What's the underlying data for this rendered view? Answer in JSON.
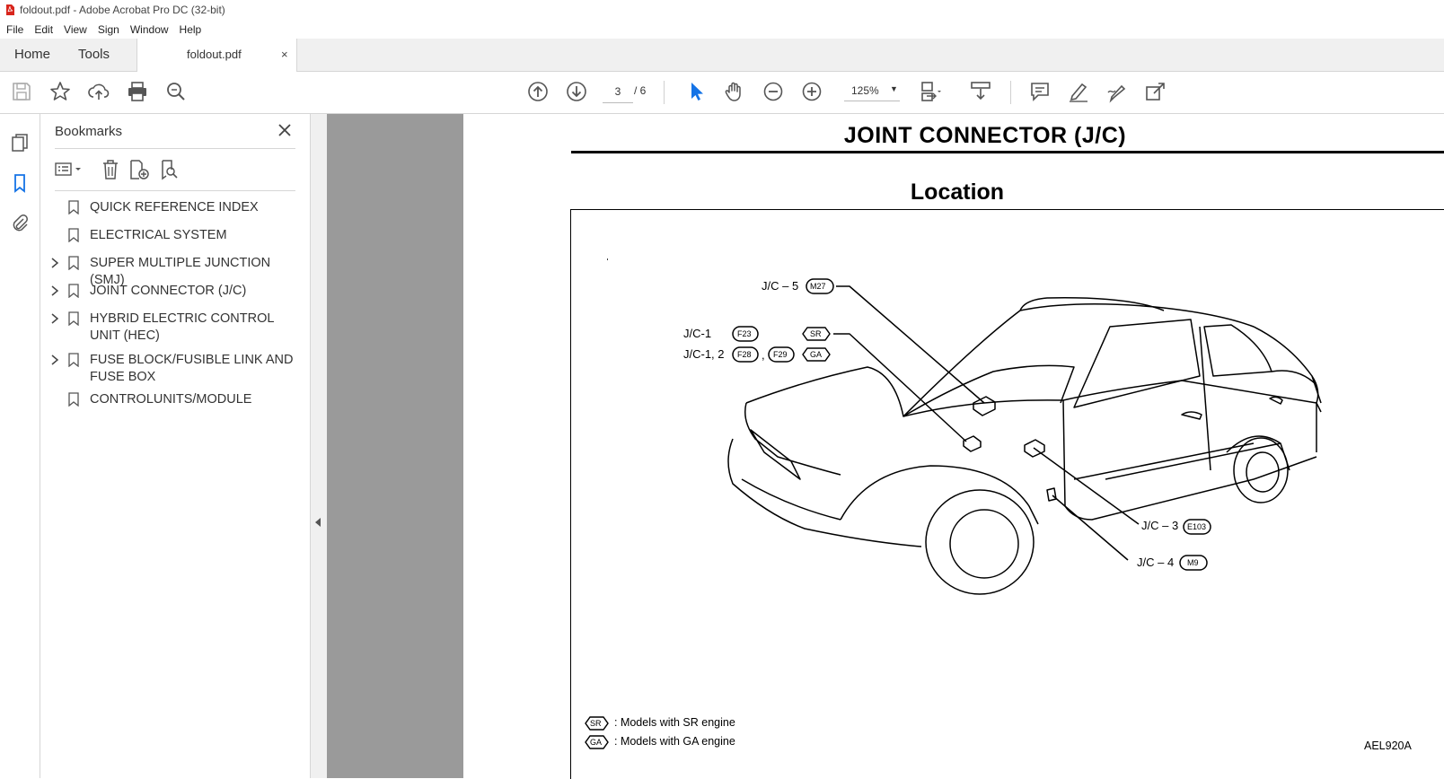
{
  "window": {
    "title": "foldout.pdf - Adobe Acrobat Pro DC (32-bit)"
  },
  "menu": [
    "File",
    "Edit",
    "View",
    "Sign",
    "Window",
    "Help"
  ],
  "tabs": {
    "home": "Home",
    "tools": "Tools",
    "document": "foldout.pdf",
    "close": "×"
  },
  "toolbar": {
    "page_current": "3",
    "page_total": "/ 6",
    "zoom": "125%"
  },
  "bookmarks": {
    "title": "Bookmarks",
    "items": [
      {
        "label": "QUICK REFERENCE INDEX",
        "expandable": false
      },
      {
        "label": "ELECTRICAL SYSTEM",
        "expandable": false
      },
      {
        "label": "SUPER MULTIPLE JUNCTION (SMJ)",
        "expandable": true
      },
      {
        "label": "JOINT CONNECTOR (J/C)",
        "expandable": true
      },
      {
        "label": "HYBRID ELECTRIC CONTROL UNIT (HEC)",
        "expandable": true
      },
      {
        "label": "FUSE BLOCK/FUSIBLE LINK AND FUSE BOX",
        "expandable": true
      },
      {
        "label": "CONTROLUNITS/MODULE",
        "expandable": false
      }
    ]
  },
  "document": {
    "heading": "JOINT CONNECTOR (J/C)",
    "subheading": "Location",
    "labels": {
      "jc5": "J/C – 5",
      "jc5_tag": "M27",
      "jc1": "J/C-1",
      "jc1_tag": "F23",
      "sr": "SR",
      "jc12": "J/C-1, 2",
      "jc12_tag_a": "F28",
      "jc12_comma": ",",
      "jc12_tag_b": "F29",
      "ga": "GA",
      "jc3": "J/C – 3",
      "jc3_tag": "E103",
      "jc4": "J/C – 4",
      "jc4_tag": "M9"
    },
    "legend": [
      {
        "tag": "SR",
        "text": ": Models with SR engine"
      },
      {
        "tag": "GA",
        "text": ": Models with GA engine"
      }
    ],
    "figure_code": "AEL920A"
  },
  "colors": {
    "accent": "#1473e6",
    "tabbar": "#f0f0f0",
    "viewer_bg": "#9a9a9a"
  }
}
